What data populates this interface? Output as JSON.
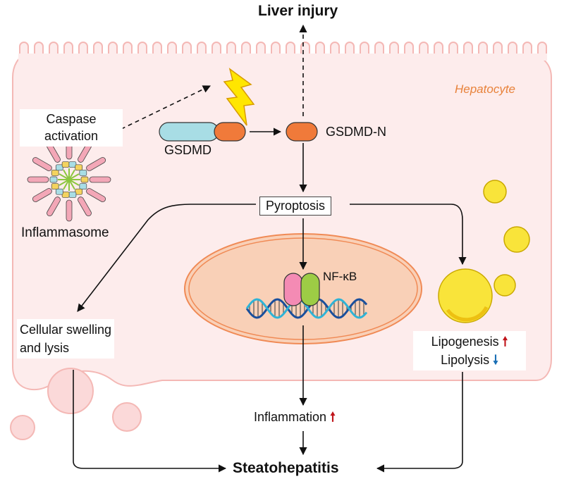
{
  "labels": {
    "top_outcome": "Liver injury",
    "cell_type": "Hepatocyte",
    "caspase_line1": "Caspase",
    "caspase_line2": "activation",
    "gsdmd": "GSDMD",
    "gsdmd_n": "GSDMD-N",
    "inflammasome": "Inflammasome",
    "pyroptosis": "Pyroptosis",
    "nfkb": "NF-κB",
    "swelling_line1": "Cellular swelling",
    "swelling_line2": "and lysis",
    "lipogenesis": "Lipogenesis",
    "lipolysis": "Lipolysis",
    "inflammation": "Inflammation",
    "bottom_outcome": "Steatohepatitis"
  },
  "indicators": {
    "up": "🠕",
    "down": "🠗"
  },
  "colors": {
    "cell_fill": "#fdecec",
    "cell_stroke": "#f4b8b5",
    "nucleus_fill": "#f9d0b7",
    "nucleus_stroke": "#f08a55",
    "gsdmd_fill": "#a8dde5",
    "gsdmd_n_fill": "#f07a3a",
    "lipid_fill": "#f9e43a",
    "lightning_fill": "#ffe600",
    "hepatocyte_label": "#e8823a",
    "up_arrow": "#c0141a",
    "down_arrow": "#1a6fb5",
    "nfkb_pink": "#f48bb4",
    "nfkb_green": "#9dcc45"
  }
}
